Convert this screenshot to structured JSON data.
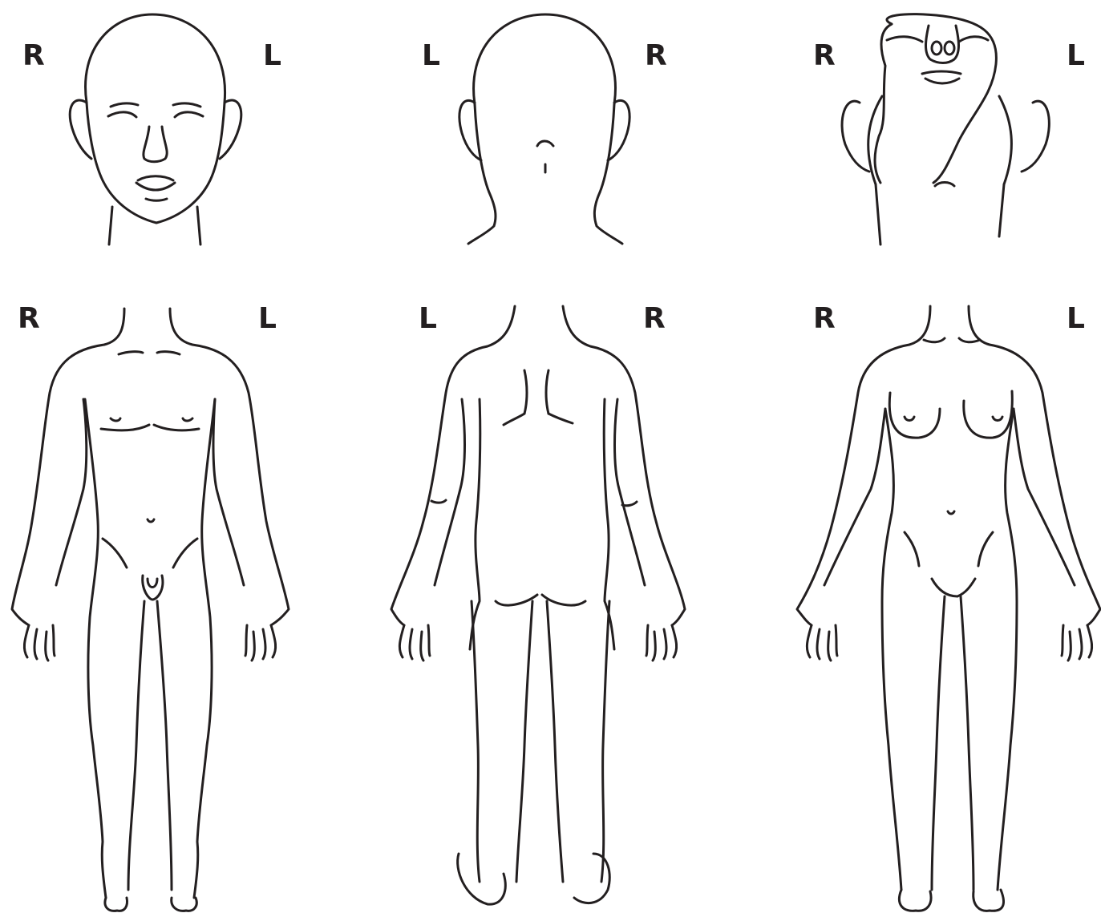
{
  "colors": {
    "ink": "#231f20",
    "background": "#ffffff"
  },
  "panels": [
    {
      "name": "head-front",
      "left_label": "R",
      "right_label": "L"
    },
    {
      "name": "head-back",
      "left_label": "L",
      "right_label": "R"
    },
    {
      "name": "head-up",
      "left_label": "R",
      "right_label": "L"
    },
    {
      "name": "body-front-male",
      "left_label": "R",
      "right_label": "L"
    },
    {
      "name": "body-back",
      "left_label": "L",
      "right_label": "R"
    },
    {
      "name": "body-front-female",
      "left_label": "R",
      "right_label": "L"
    }
  ]
}
